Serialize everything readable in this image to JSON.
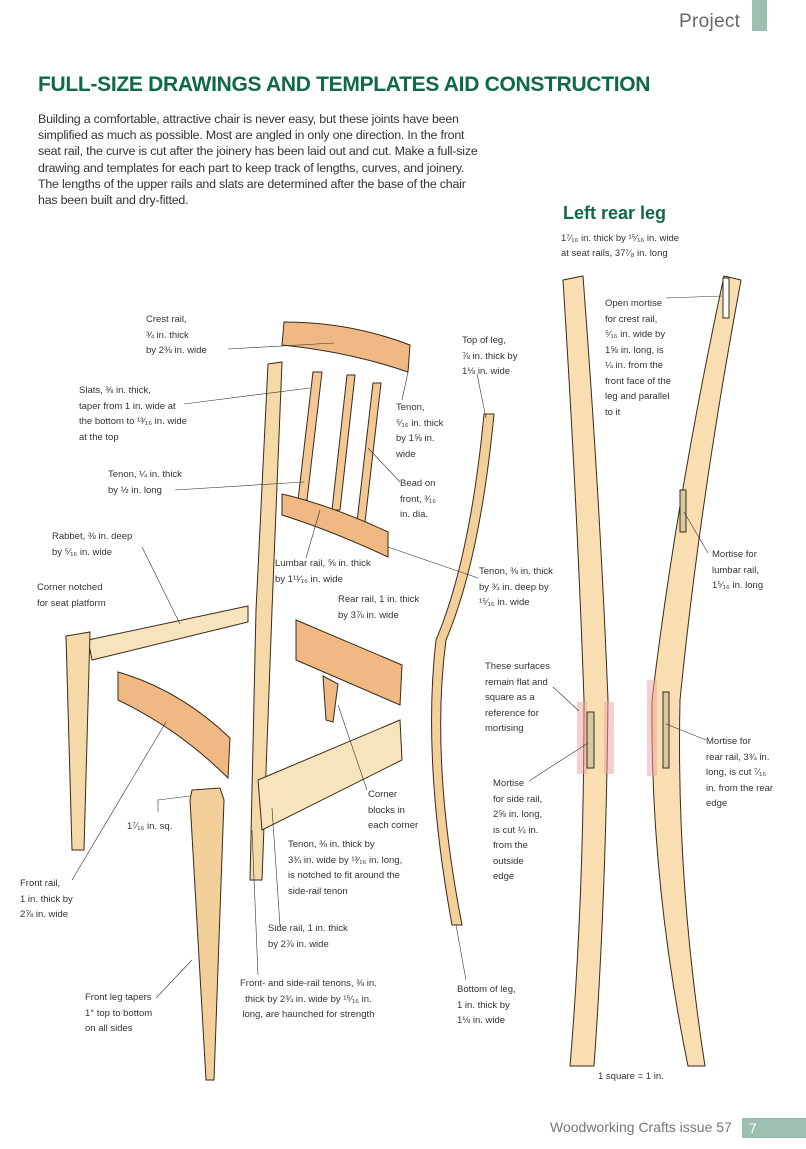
{
  "header": {
    "section": "Project"
  },
  "article": {
    "title": "FULL-SIZE DRAWINGS AND TEMPLATES AID CONSTRUCTION",
    "intro": "Building a comfortable, attractive chair is never easy, but these joints have been simplified as much as possible. Most are angled in only one direction. In the front seat rail, the curve is cut after the joinery has been laid out and cut. Make a full-size drawing and templates for each part to keep track of lengths, curves, and joinery. The lengths of the upper rails and slats are determined after the base of the chair has been built and dry-fitted."
  },
  "left_rear_leg": {
    "heading": "Left rear leg",
    "sub": [
      "1⁷⁄₁₆ in. thick by ¹⁵⁄₁₆ in. wide",
      "at seat rails, 37⁷⁄₈ in. long"
    ]
  },
  "labels": {
    "crest_rail": [
      "Crest rail,",
      "¾ in. thick",
      "by 2⅜ in. wide"
    ],
    "slats": [
      "Slats, ⅜ in. thick,",
      "taper from 1 in. wide at",
      "the bottom to ¹³⁄₁₆ in. wide",
      "at the top"
    ],
    "tenon_slat": [
      "Tenon, ¼ in. thick",
      "by ½ in. long"
    ],
    "rabbet": [
      "Rabbet, ⅜ in. deep",
      "by ⁵⁄₁₆ in. wide"
    ],
    "corner_notched": [
      "Corner notched",
      "for seat platform"
    ],
    "lumbar_rail": [
      "Lumbar rail, ⅝ in. thick",
      "by 1¹¹⁄₁₆ in. wide"
    ],
    "rear_rail": [
      "Rear rail, 1 in. thick",
      "by 3⅞ in. wide"
    ],
    "top_of_leg": [
      "Top of leg,",
      "⅞ in. thick by",
      "1⅛ in. wide"
    ],
    "tenon_crest": [
      "Tenon,",
      "⁵⁄₁₆ in. thick",
      "by 1⅝ in.",
      "wide"
    ],
    "bead": [
      "Bead on",
      "front, ³⁄₁₆",
      "in. dia."
    ],
    "tenon_lumbar": [
      "Tenon, ⅜ in. thick",
      "by ¾ in. deep  by",
      "¹⁵⁄₁₆ in. wide"
    ],
    "open_mortise": [
      "Open mortise",
      "for crest rail,",
      "⁵⁄₁₆ in. wide by",
      "1⅝ in. long, is",
      "¼ in. from the",
      "front face of the",
      "leg and parallel",
      "to it"
    ],
    "mortise_lumbar": [
      "Mortise for",
      "lumbar rail,",
      "1⁵⁄₁₆ in. long"
    ],
    "surfaces": [
      "These surfaces",
      "remain flat and",
      "square as a",
      "reference for",
      "mortising"
    ],
    "mortise_rear": [
      "Mortise for",
      "rear rail, 3¾ in.",
      "long, is cut ⁷⁄₁₆",
      "in. from the rear",
      "edge"
    ],
    "mortise_side": [
      "Mortise",
      "for side rail,",
      "2⅝ in. long,",
      "is cut ¼ in.",
      "from the",
      "outside",
      "edge"
    ],
    "corner_blocks": [
      "Corner",
      "blocks in",
      "each corner"
    ],
    "leg_square": [
      "1⁷⁄₁₆ in. sq."
    ],
    "tenon_rear": [
      "Tenon, ⅜ in. thick by",
      "3¾ in. wide by ¹³⁄₁₆ in. long,",
      "is notched to fit around the",
      "side-rail tenon"
    ],
    "front_rail": [
      "Front rail,",
      "1 in. thick by",
      "2⅞ in. wide"
    ],
    "side_rail": [
      "Side rail, 1 in. thick",
      "by 2⅞ in. wide"
    ],
    "rail_tenons": [
      "Front- and side-rail tenons, ⅜ in.",
      "thick by 2¾ in. wide by ¹⁵⁄₁₆ in.",
      "long, are haunched for strength"
    ],
    "bottom_of_leg": [
      "Bottom of leg,",
      "1 in. thick by",
      "1⅛ in. wide"
    ],
    "front_leg": [
      "Front leg tapers",
      "1° top to bottom",
      "on all sides"
    ],
    "scale": [
      "1 square = 1 in."
    ]
  },
  "footer": {
    "publication": "Woodworking Crafts issue 57",
    "page": "7"
  },
  "colors": {
    "accent": "#10684a",
    "bar": "#9dbfb0",
    "wood_light": "#f6dcae",
    "wood_dark": "#eeb27c"
  }
}
